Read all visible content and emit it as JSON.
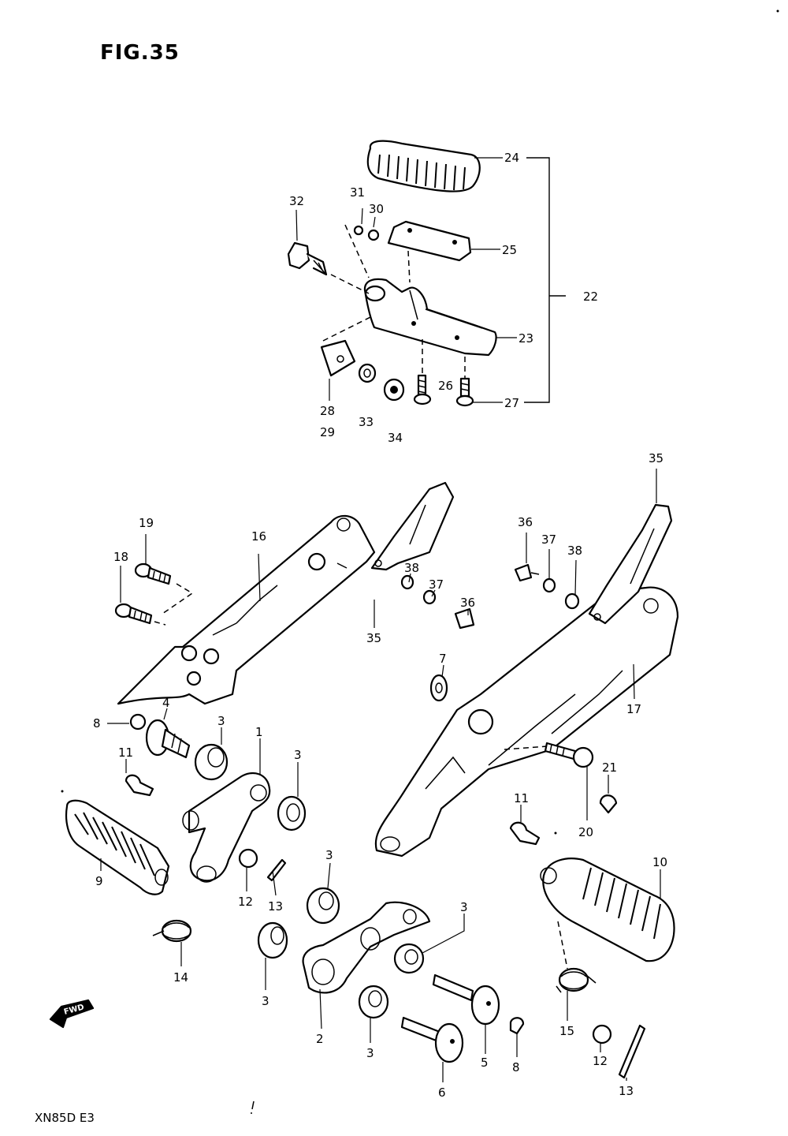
{
  "figure": {
    "title": "FIG.35",
    "model": "XN85D E3",
    "fwd_label": "FWD"
  },
  "callouts": {
    "c24": "24",
    "c22": "22",
    "c31": "31",
    "c30": "30",
    "c32": "32",
    "c25": "25",
    "c23": "23",
    "c26": "26",
    "c27": "27",
    "c28": "28",
    "c29": "29",
    "c33": "33",
    "c34": "34",
    "c35a": "35",
    "c36a": "36",
    "c37a": "37",
    "c38a": "38",
    "c16": "16",
    "c19": "19",
    "c18": "18",
    "c35b": "35",
    "c38b": "38",
    "c37b": "37",
    "c36b": "36",
    "c7": "7",
    "c17": "17",
    "c4": "4",
    "c8a": "8",
    "c3a": "3",
    "c1": "1",
    "c3b": "3",
    "c11a": "11",
    "c9": "9",
    "c12a": "12",
    "c13a": "13",
    "c14": "14",
    "c21": "21",
    "c20": "20",
    "c11b": "11",
    "c10": "10",
    "c3c": "3",
    "c3d": "3",
    "c3e": "3",
    "c3f": "3",
    "c2": "2",
    "c6": "6",
    "c5": "5",
    "c8b": "8",
    "c15": "15",
    "c12b": "12",
    "c13b": "13"
  },
  "icons": [
    "footrest-rubber-icon",
    "footrest-bracket-icon",
    "bolt-icon",
    "washer-icon",
    "nut-icon",
    "spring-icon",
    "cotter-pin-icon",
    "fwd-arrow-icon"
  ]
}
